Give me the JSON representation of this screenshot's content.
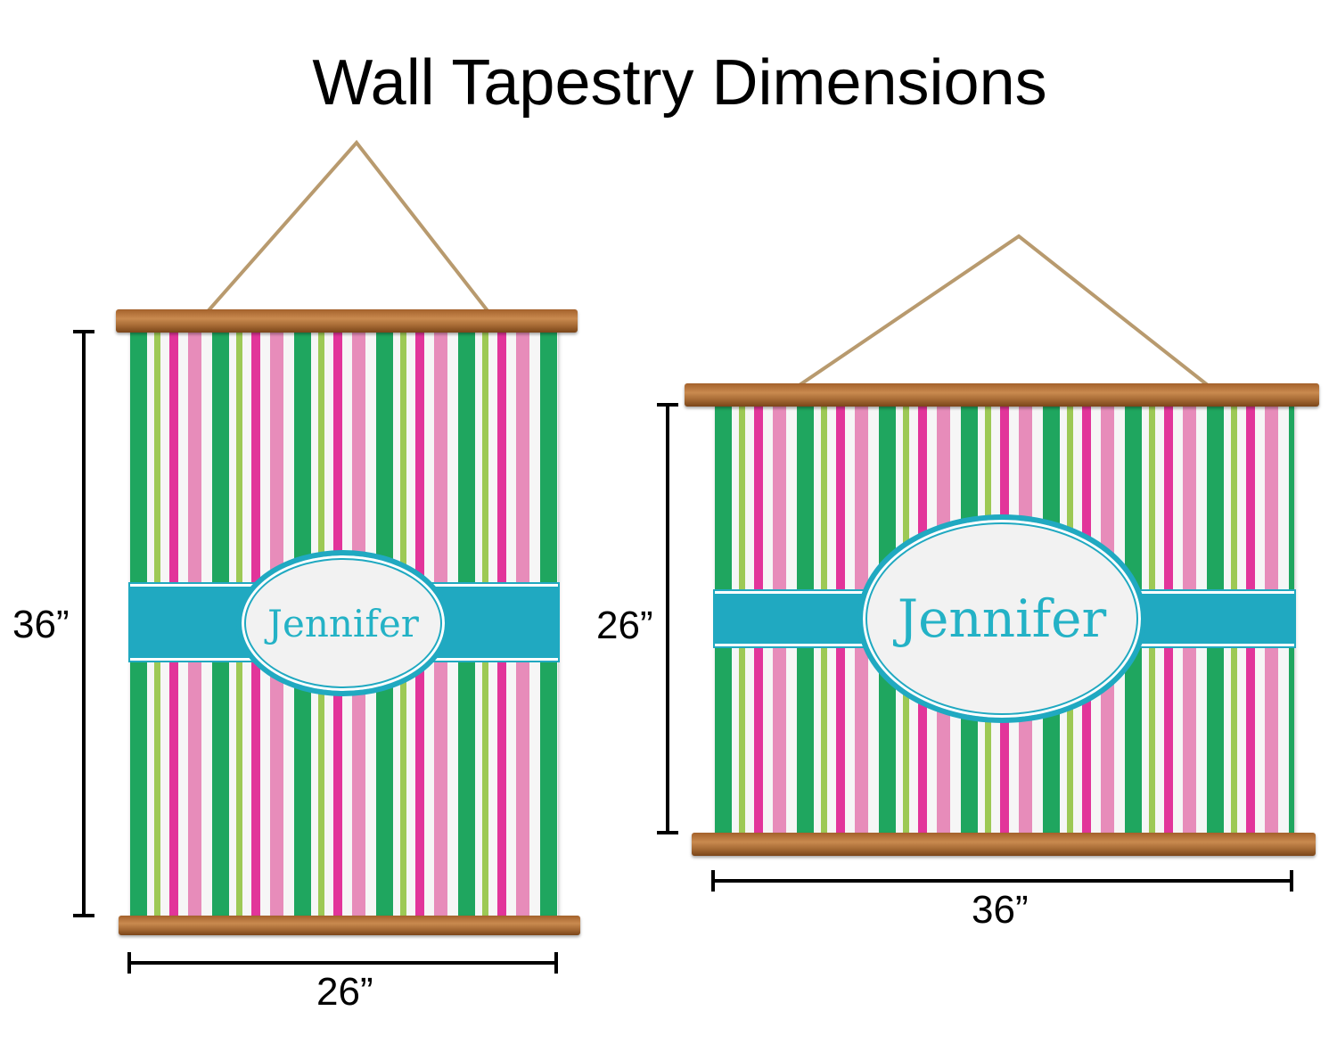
{
  "title": "Wall Tapestry Dimensions",
  "portrait": {
    "height_label": "36”",
    "width_label": "26”",
    "name": "Jennifer"
  },
  "landscape": {
    "height_label": "26”",
    "width_label": "36”",
    "name": "Jennifer"
  }
}
